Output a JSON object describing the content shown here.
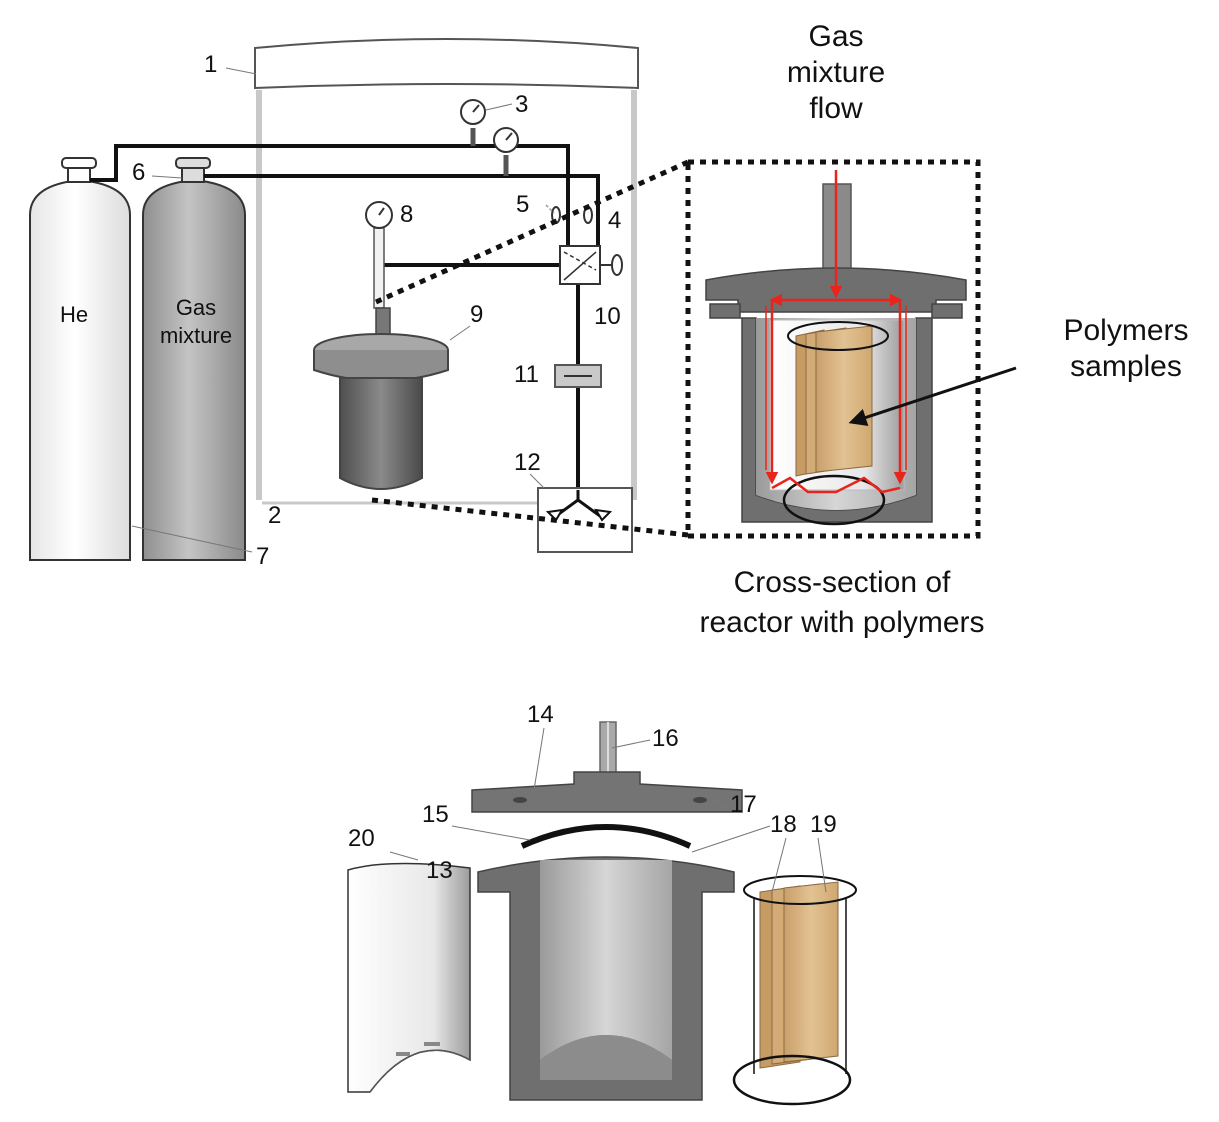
{
  "numbers": {
    "n1": "1",
    "n2": "2",
    "n3": "3",
    "n4": "4",
    "n5": "5",
    "n6": "6",
    "n7": "7",
    "n8": "8",
    "n9": "9",
    "n10": "10",
    "n11": "11",
    "n12": "12",
    "n13": "13",
    "n14": "14",
    "n15": "15",
    "n16": "16",
    "n17": "17",
    "n18": "18",
    "n19": "19",
    "n20": "20"
  },
  "cylinders": {
    "helium": "He",
    "gas_line1": "Gas",
    "gas_line2": "mixture"
  },
  "flow_label": [
    "Gas",
    "mixture",
    "flow"
  ],
  "polymers_label": [
    "Polymers",
    "samples"
  ],
  "caption": [
    "Cross-section of",
    "reactor with polymers"
  ],
  "colors": {
    "flow_arrow": "#e8241c",
    "sample_tan": "#d8b483",
    "reactor_gray": "#6f6f6f",
    "cylinder_gray": "#b9b9b9"
  }
}
